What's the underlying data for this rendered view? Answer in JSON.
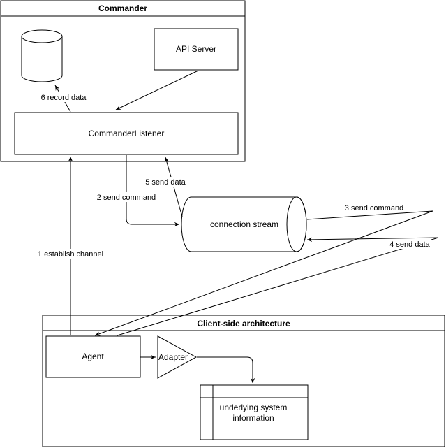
{
  "commander": {
    "title": "Commander",
    "api_server": "API Server",
    "listener": "CommanderListener"
  },
  "stream": {
    "label": "connection stream"
  },
  "client": {
    "title": "Client-side architecture",
    "agent": "Agent",
    "adapter": "Adapter",
    "system_info_line1": "underlying system",
    "system_info_line2": "information"
  },
  "edges": {
    "e1": "1 establish channel",
    "e2": "2 send command",
    "e3": "3 send command",
    "e4": "4 send data",
    "e5": "5 send data",
    "e6": "6 record data"
  }
}
